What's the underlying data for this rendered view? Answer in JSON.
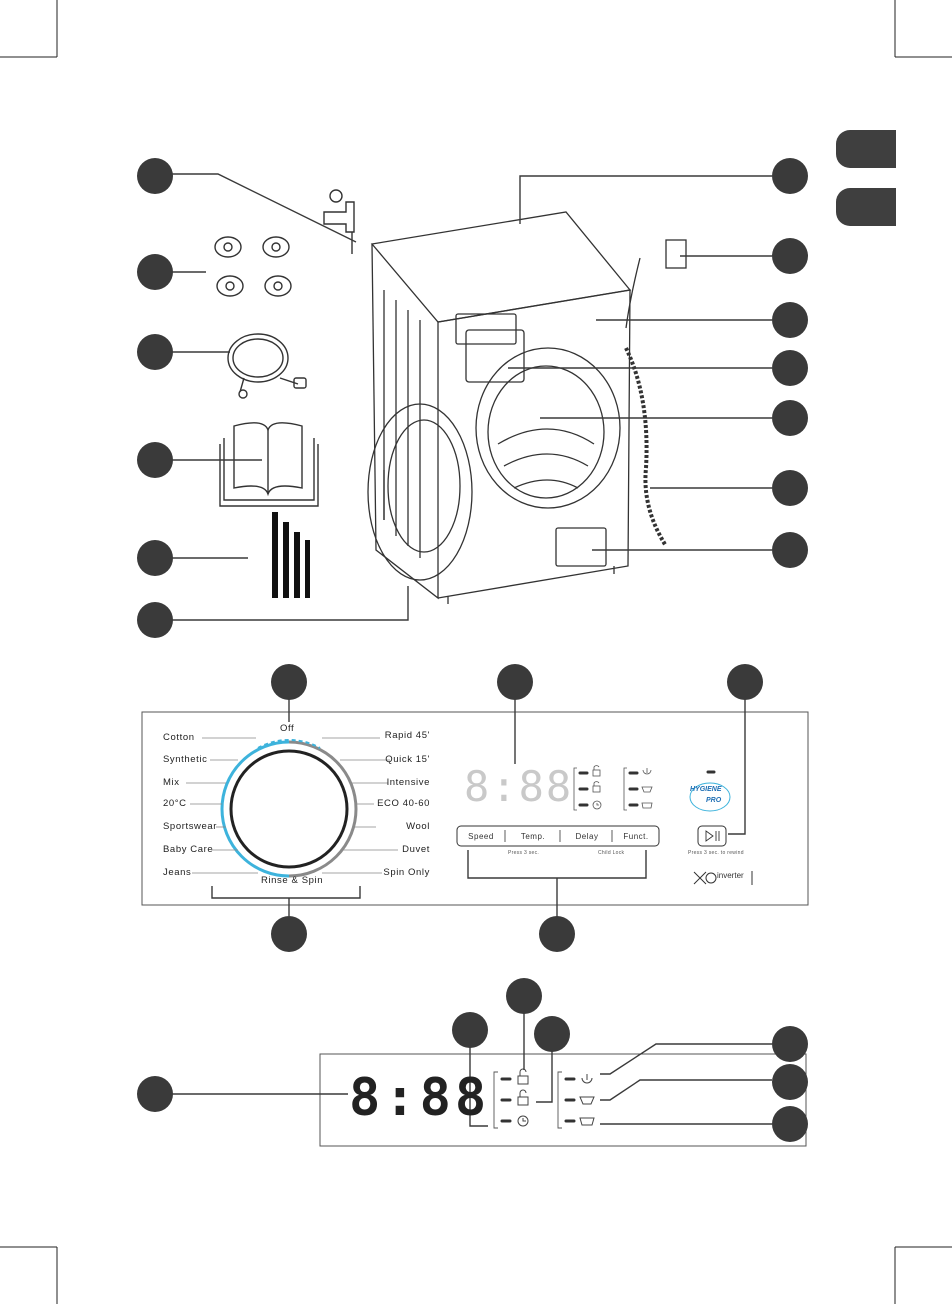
{
  "programs_left": [
    "Cotton",
    "Synthetic",
    "Mix",
    "20°C",
    "Sportswear",
    "Baby Care",
    "Jeans"
  ],
  "programs_right": [
    "Rapid 45'",
    "Quick 15'",
    "Intensive",
    "ECO 40-60",
    "Wool",
    "Duvet",
    "Spin Only"
  ],
  "dial": {
    "top_label": "Off",
    "bottom_label": "Rinse & Spin"
  },
  "display": {
    "digits": "8:88"
  },
  "buttons": [
    "Speed",
    "Temp.",
    "Delay",
    "Funct."
  ],
  "notes": {
    "press3": "Press 3 sec.",
    "child_lock": "Child Lock",
    "press3_rewind": "Press 3 sec. to rewind"
  },
  "logos": {
    "hygiene": "HYGIENE",
    "pro": "PRO",
    "inverter": "inverter"
  },
  "colors": {
    "dial_arc": "#3db3dc",
    "callout": "#3a3a3a",
    "tab": "#3f3f3f"
  }
}
